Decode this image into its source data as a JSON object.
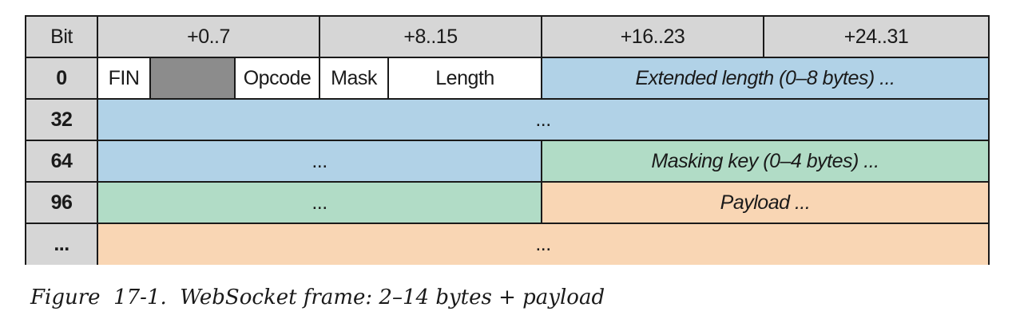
{
  "header": {
    "bit_label": "Bit",
    "columns": [
      "+0..7",
      "+8..15",
      "+16..23",
      "+24..31"
    ]
  },
  "rows": {
    "row0": {
      "label": "0",
      "fin": "FIN",
      "rsv": "",
      "opcode": "Opcode",
      "mask": "Mask",
      "length": "Length",
      "extended_length": "Extended length (0–8 bytes) ..."
    },
    "row32": {
      "label": "32",
      "cont": "..."
    },
    "row64": {
      "label": "64",
      "cont": "...",
      "masking_key": "Masking key (0–4 bytes) ..."
    },
    "row96": {
      "label": "96",
      "cont": "...",
      "payload": "Payload ..."
    },
    "rowN": {
      "label": "...",
      "cont": "..."
    }
  },
  "colors": {
    "header_gray": "#d6d6d6",
    "reserved_gray": "#8c8c8c",
    "extended_length_blue": "#b1d2e7",
    "masking_key_green": "#b1dcc6",
    "payload_peach": "#f9d6b4"
  },
  "caption": "Figure  17-1.  WebSocket frame: 2–14 bytes + payload"
}
